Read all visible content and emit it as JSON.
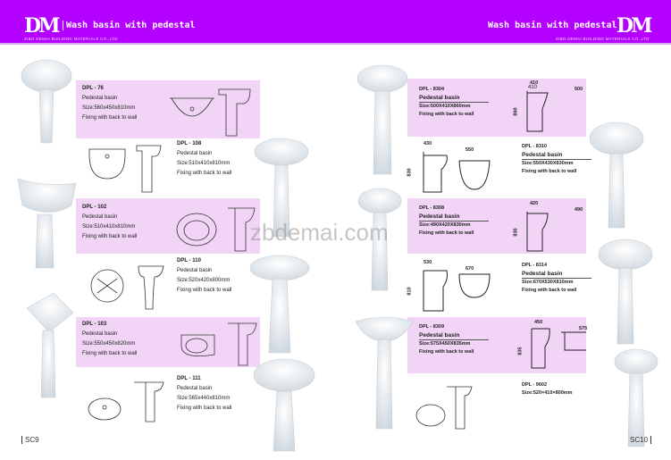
{
  "header": {
    "logo": "DM",
    "title_left": "Wash basin with pedestal",
    "title_right": "Wash basin with pedestal",
    "company": "ZIBO DEMAI BUILDING MATERIALS CO.,LTD",
    "color": "#b400ff"
  },
  "watermark": "zbdemai.com",
  "left_products": [
    {
      "code": "DPL - 76",
      "type": "Pedestal basin",
      "size": "Size:560x450x810mm",
      "fixing": "Fixing with back to wall"
    },
    {
      "code": "DPL - 108",
      "type": "Pedestal basin",
      "size": "Size:510x410x810mm",
      "fixing": "Fixing with back to wall"
    },
    {
      "code": "DPL - 102",
      "type": "Pedestal basin",
      "size": "Size:510x410x810mm",
      "fixing": "Fixing with back to wall"
    },
    {
      "code": "DPL - 110",
      "type": "Pedestal basin",
      "size": "Size:520x420x800mm",
      "fixing": "Fixing with back to wall"
    },
    {
      "code": "DPL - 103",
      "type": "Pedestal basin",
      "size": "Size:550x450x820mm",
      "fixing": "Fixing with back to wall"
    },
    {
      "code": "DPL - 111",
      "type": "Pedestal basin",
      "size": "Size:565x440x810mm",
      "fixing": "Fixing with back to wall"
    }
  ],
  "right_products": [
    {
      "code": "DPL - 8304",
      "type": "Pedestal basin",
      "size": "Size:500X410X860mm",
      "fixing": "Fixing with back to wall",
      "dims": [
        "410",
        "500",
        "860"
      ]
    },
    {
      "code": "DPL - 8310",
      "type": "Pedestal basin",
      "size": "Size:550X430X830mm",
      "fixing": "Fixing with back to wall",
      "dims": [
        "430",
        "550",
        "830"
      ]
    },
    {
      "code": "DPL - 8308",
      "type": "Pedestal basin",
      "size": "Size:490X420X830mm",
      "fixing": "Fixing with back to wall",
      "dims": [
        "420",
        "490",
        "830"
      ]
    },
    {
      "code": "DPL - 8314",
      "type": "Pedestal basin",
      "size": "Size:670X530X810mm",
      "fixing": "Fixing with back to wall",
      "dims": [
        "530",
        "670",
        "810"
      ]
    },
    {
      "code": "DPL - 8309",
      "type": "Pedestal basin",
      "size": "Size:575X450X835mm",
      "fixing": "Fixing with back to wall",
      "dims": [
        "450",
        "575",
        "835"
      ]
    },
    {
      "code": "DPL - 9602",
      "size": "Size:520×410×800mm"
    }
  ],
  "footer": {
    "left": "SC9",
    "right": "SC10"
  }
}
